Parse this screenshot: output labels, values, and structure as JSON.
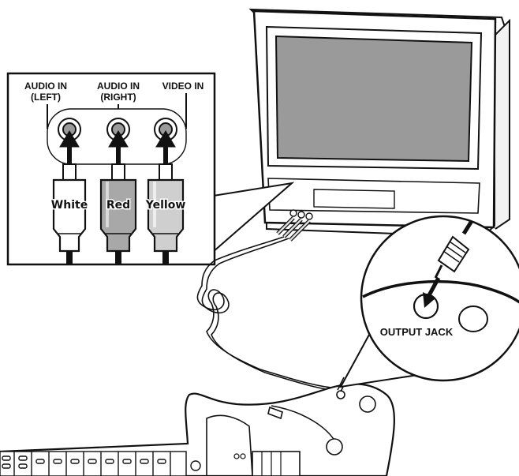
{
  "inputs": {
    "audio_left": {
      "line1": "AUDIO IN",
      "line2": "(LEFT)"
    },
    "audio_right": {
      "line1": "AUDIO IN",
      "line2": "(RIGHT)"
    },
    "video": {
      "line1": "VIDEO IN"
    }
  },
  "plugs": [
    {
      "label": "White",
      "color": "#ffffff"
    },
    {
      "label": "Red",
      "color": "#a8a8a8"
    },
    {
      "label": "Yellow",
      "color": "#cfcfcf"
    }
  ],
  "output_jack": {
    "label": "OUTPUT JACK"
  },
  "colors": {
    "screen": "#9a9a9a",
    "ink": "#111111"
  }
}
